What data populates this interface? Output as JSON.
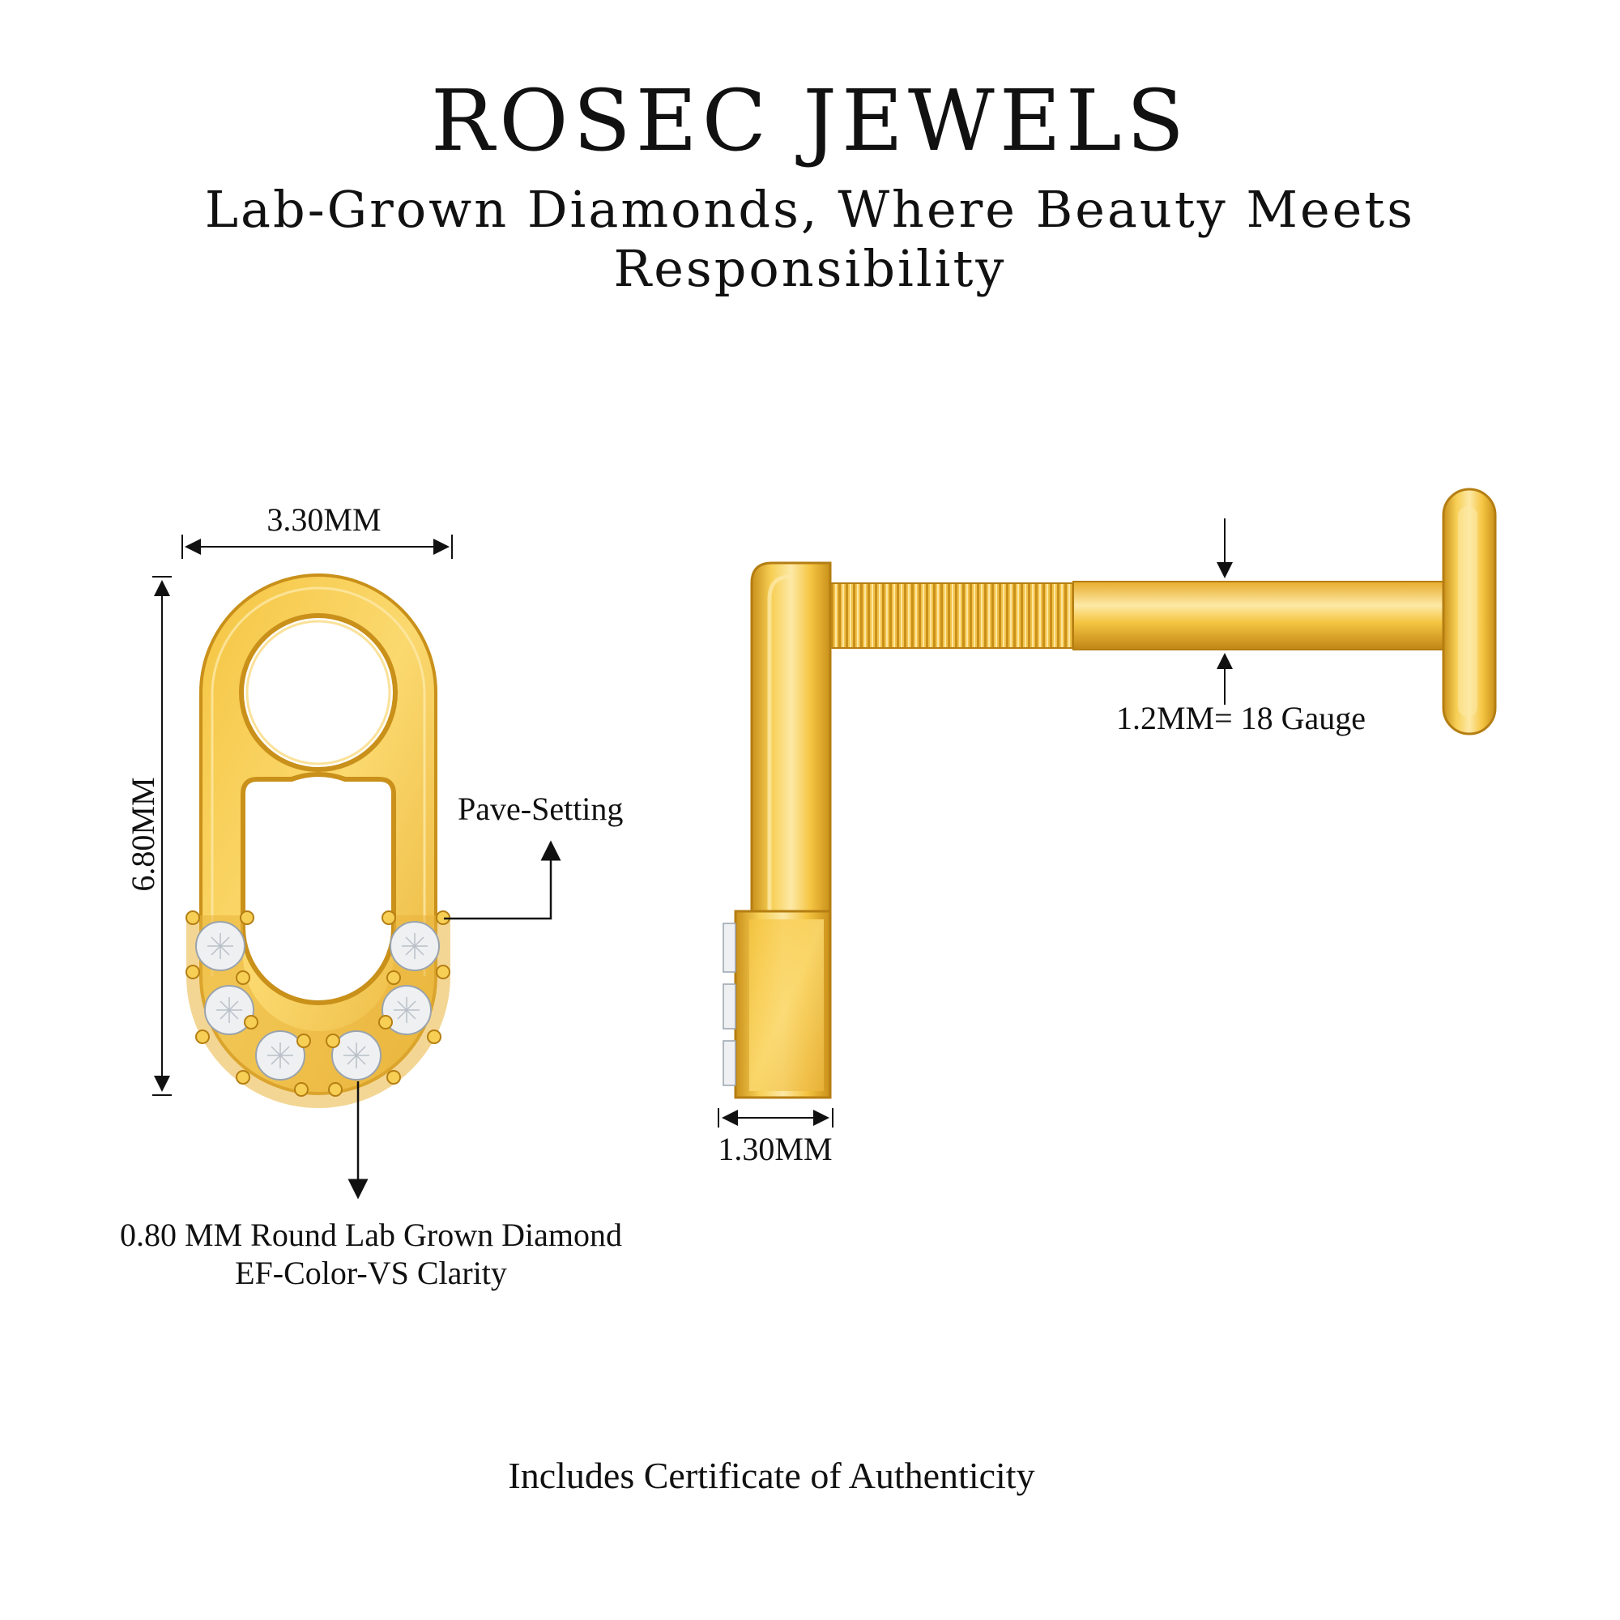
{
  "header": {
    "brand": "ROSEC JEWELS",
    "tagline": "Lab-Grown Diamonds, Where Beauty Meets Responsibility"
  },
  "front_view": {
    "width_label": "3.30MM",
    "height_label": "6.80MM",
    "setting_label": "Pave-Setting",
    "stone_label_line1": "0.80 MM Round Lab Grown Diamond",
    "stone_label_line2": "EF-Color-VS Clarity"
  },
  "side_view": {
    "thickness_label": "1.30MM",
    "gauge_label": "1.2MM= 18 Gauge"
  },
  "footer": {
    "certificate": "Includes Certificate of Authenticity"
  },
  "colors": {
    "gold_light": "#fde08a",
    "gold_mid": "#f5c542",
    "gold_dark": "#c9901a",
    "diamond": "#eef0f2",
    "text": "#111111"
  }
}
